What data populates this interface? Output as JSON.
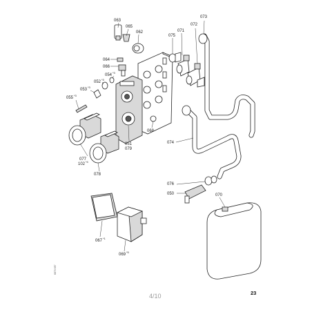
{
  "callouts": {
    "c063": {
      "num": "063",
      "sup": ""
    },
    "c065": {
      "num": "065",
      "sup": ""
    },
    "c062": {
      "num": "062",
      "sup": ""
    },
    "c064": {
      "num": "064",
      "sup": ""
    },
    "c066": {
      "num": "066",
      "sup": ""
    },
    "c054": {
      "num": "054",
      "sup": "*3"
    },
    "c052": {
      "num": "052",
      "sup": "*3"
    },
    "c053": {
      "num": "053",
      "sup": "*3"
    },
    "c055": {
      "num": "055",
      "sup": "*3"
    },
    "c077": {
      "num": "077",
      "sup": ""
    },
    "c102": {
      "num": "102",
      "sup": "*4"
    },
    "c078": {
      "num": "078",
      "sup": ""
    },
    "c051": {
      "num": "051",
      "sup": ""
    },
    "c079": {
      "num": "079",
      "sup": ""
    },
    "c068": {
      "num": "068",
      "sup": ""
    },
    "c075": {
      "num": "075",
      "sup": ""
    },
    "c071": {
      "num": "071",
      "sup": ""
    },
    "c072": {
      "num": "072",
      "sup": ""
    },
    "c073": {
      "num": "073",
      "sup": ""
    },
    "c074": {
      "num": "074",
      "sup": ""
    },
    "c076": {
      "num": "076",
      "sup": ""
    },
    "c050": {
      "num": "050",
      "sup": ""
    },
    "c070": {
      "num": "070",
      "sup": ""
    },
    "c067": {
      "num": "067",
      "sup": "*1"
    },
    "c069": {
      "num": "069",
      "sup": "*5"
    }
  },
  "page_number": "4/10",
  "sheet_number": "23",
  "doc_code": "6870 657"
}
